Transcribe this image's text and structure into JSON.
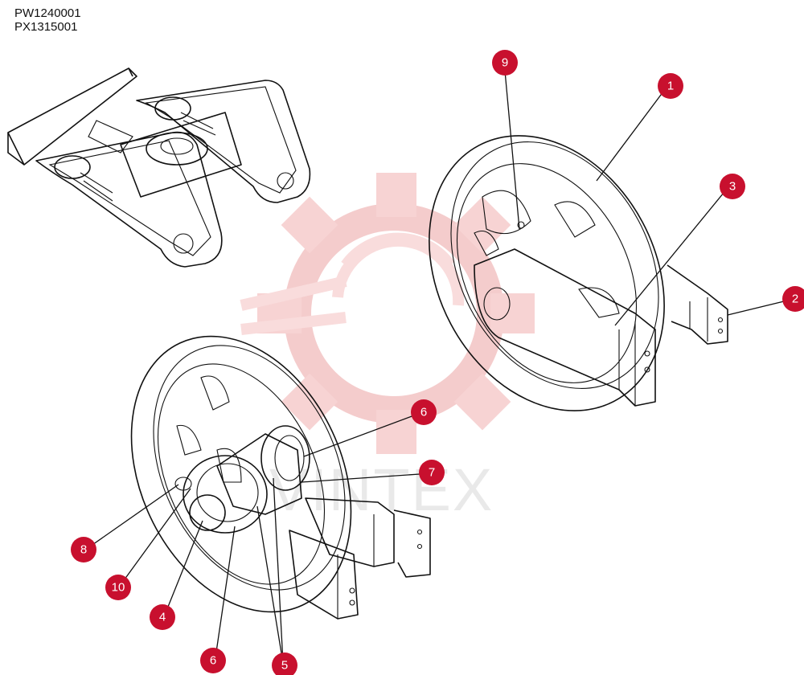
{
  "part_codes": [
    "PW1240001",
    "PX1315001"
  ],
  "watermark_text": "VINTEX",
  "colors": {
    "badge": "#c8102e",
    "watermark": "#f3b7b7",
    "line": "#111111"
  },
  "callouts": [
    {
      "id": "c1",
      "label": "1"
    },
    {
      "id": "c2",
      "label": "2"
    },
    {
      "id": "c3",
      "label": "3"
    },
    {
      "id": "c4",
      "label": "4"
    },
    {
      "id": "c5",
      "label": "5"
    },
    {
      "id": "c6a",
      "label": "6"
    },
    {
      "id": "c6b",
      "label": "6"
    },
    {
      "id": "c7",
      "label": "7"
    },
    {
      "id": "c8",
      "label": "8"
    },
    {
      "id": "c9",
      "label": "9"
    },
    {
      "id": "c10",
      "label": "10"
    }
  ]
}
